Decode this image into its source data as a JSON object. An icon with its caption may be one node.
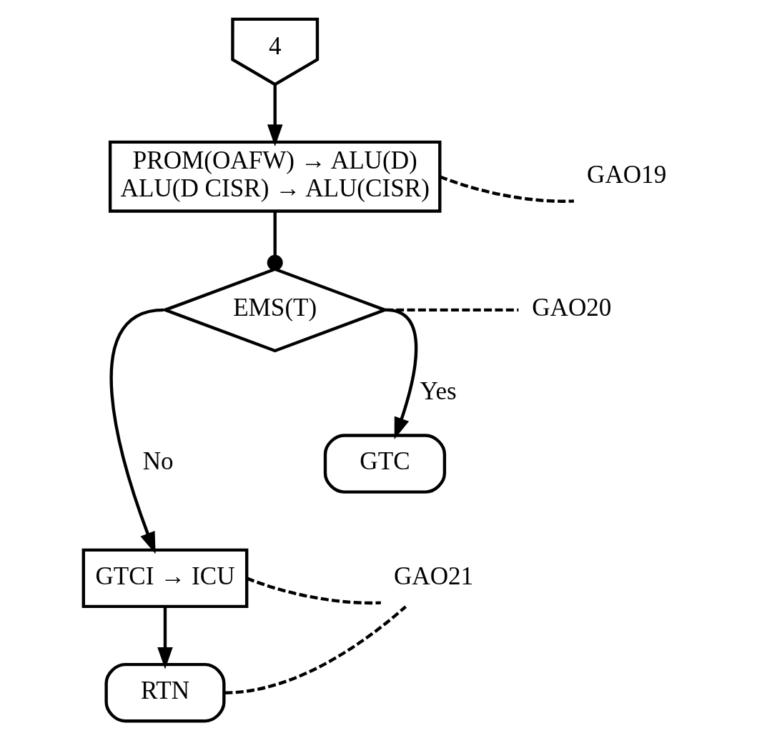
{
  "diagram": {
    "nodes": [
      {
        "text": [
          "4"
        ]
      },
      {
        "text": [
          "PROM(OAFW) → ALU(D)",
          "ALU(D CISR) → ALU(CISR)"
        ]
      },
      {
        "text": [
          "EMS(T)"
        ]
      },
      {
        "text": [
          "GTC"
        ]
      },
      {
        "text": [
          "GTCI → ICU"
        ]
      },
      {
        "text": [
          "RTN"
        ]
      },
      {
        "text": [
          "GAO19"
        ]
      },
      {
        "text": [
          "GAO20"
        ]
      },
      {
        "text": [
          "GAO21"
        ]
      }
    ],
    "edges": [
      {
        "from": 0,
        "to": 1,
        "arrow": "to"
      },
      {
        "from": 1,
        "to": 2,
        "arrow": "other"
      },
      {
        "from": 2,
        "to": 4,
        "arrow": "to",
        "label": "No"
      },
      {
        "from": 2,
        "to": 3,
        "arrow": "to",
        "label": "Yes"
      },
      {
        "from": 4,
        "to": 5,
        "arrow": "to"
      },
      {
        "from": 1,
        "to": 6,
        "arrow": "none",
        "style": "dashed"
      },
      {
        "from": 2,
        "to": 7,
        "arrow": "none",
        "style": "dashed"
      },
      {
        "from": 4,
        "to": 8,
        "arrow": "none",
        "style": "dashed"
      },
      {
        "from": 5,
        "to": 8,
        "arrow": "none",
        "style": "dashed"
      }
    ]
  }
}
